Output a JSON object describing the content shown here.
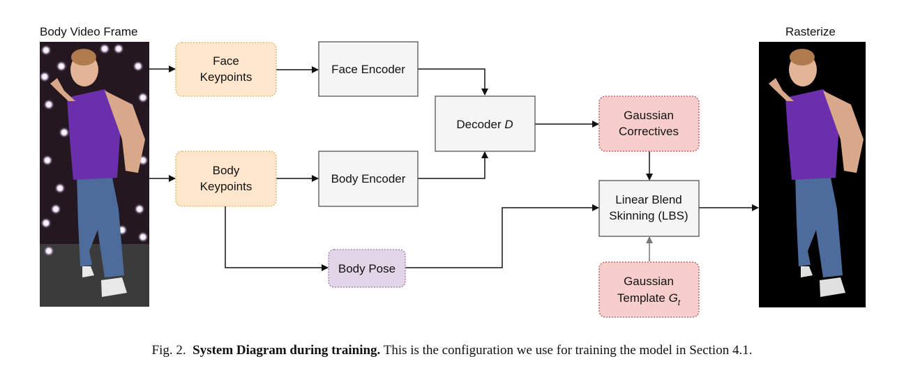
{
  "images": {
    "input_title": "Body Video Frame",
    "output_title": "Rasterize"
  },
  "nodes": {
    "face_keypoints": [
      "Face",
      "Keypoints"
    ],
    "body_keypoints": [
      "Body",
      "Keypoints"
    ],
    "face_encoder": "Face Encoder",
    "body_encoder": "Body Encoder",
    "decoder": {
      "text": "Decoder ",
      "symbol": "D"
    },
    "gaussian_correctives": [
      "Gaussian",
      "Correctives"
    ],
    "lbs": [
      "Linear Blend",
      "Skinning (LBS)"
    ],
    "body_pose": "Body Pose",
    "gaussian_template": {
      "line1": "Gaussian",
      "line2": "Template ",
      "symbol": "G",
      "subscript": "t"
    }
  },
  "caption": {
    "prefix": "Fig. 2.",
    "bold": "System Diagram during training.",
    "text": "This is the configuration we use for training the model in Section 4.1."
  },
  "colors": {
    "keypoints_fill": "#ffe6cc",
    "keypoints_stroke": "#d6b656",
    "encoder_fill": "#f5f5f5",
    "encoder_stroke": "#555555",
    "gaussian_fill": "#f8cecc",
    "gaussian_stroke": "#b85450",
    "pose_fill": "#e1d5e7",
    "pose_stroke": "#9673a6",
    "shirt": "#6a2fa8",
    "jeans": "#4a6a9a"
  }
}
